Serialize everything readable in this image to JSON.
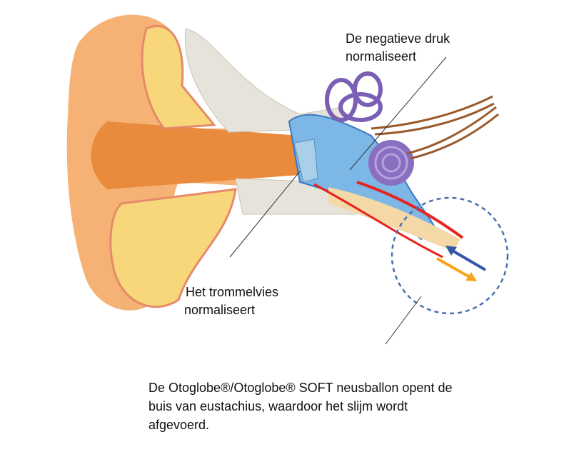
{
  "labels": {
    "negative_pressure": [
      "De negatieve druk",
      "normaliseert"
    ],
    "eardrum": [
      "Het trommelvies",
      "normaliseert"
    ]
  },
  "caption": [
    "De Otoglobe®/Otoglobe® SOFT neusballon opent de",
    "buis van eustachius, waardoor het slijm wordt",
    "afgevoerd."
  ],
  "colors": {
    "skin": "#f6b274",
    "canal": "#e98a3d",
    "bone": "#e6e3da",
    "middle_ear": "#7cb7e6",
    "cochlea": "#8a6fc0",
    "nerve": "#9a5a2c",
    "tube_wall": "#e8231c",
    "dashed_circle": "#4a6fb0",
    "arrow_in": "#3557a8",
    "arrow_out": "#f5a51c"
  }
}
